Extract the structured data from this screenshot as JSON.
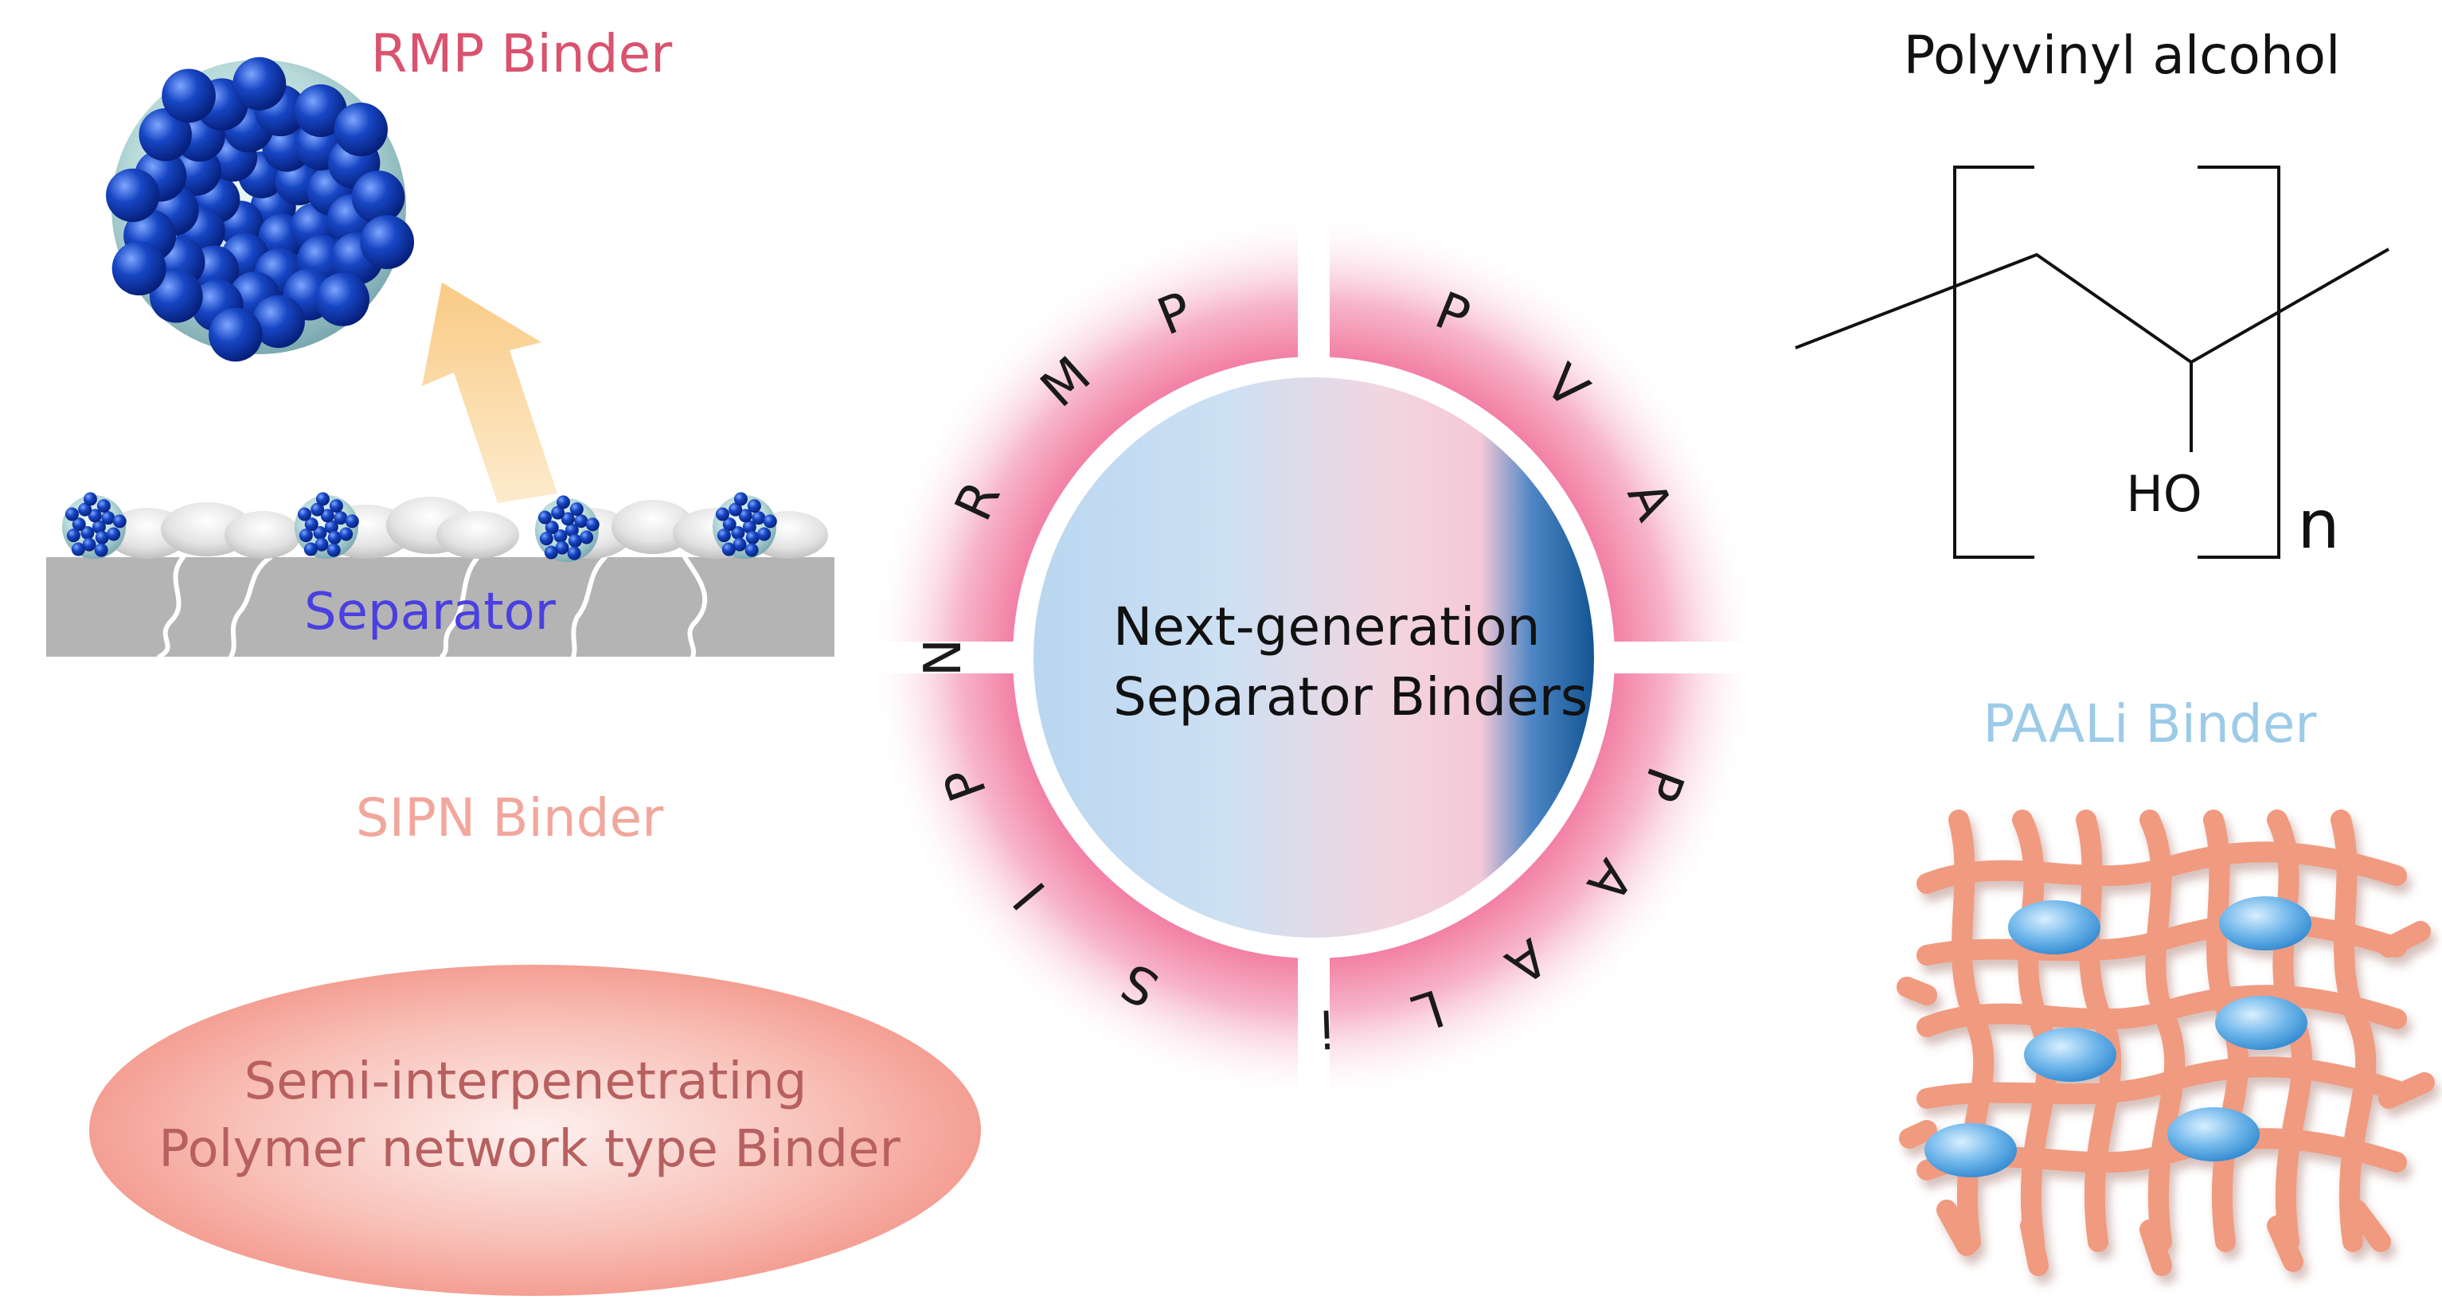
{
  "colors": {
    "rmp_title": "#d9536f",
    "sipn_title": "#f1a79c",
    "paali_title": "#9ccbe8",
    "pva_title": "#111111",
    "separator_label": "#4a3fe0",
    "ring_pink": "#ef5f8d",
    "bead_blue": "#1746c4",
    "mesh_orange": "#f09a80",
    "cell_blue": "#6fb6ea"
  },
  "rmp": {
    "title": "RMP Binder",
    "separator_label": "Separator"
  },
  "sipn": {
    "title": "SIPN Binder",
    "description_line1": "Semi-interpenetrating",
    "description_line2": "Polymer network type Binder"
  },
  "pva": {
    "title": "Polyvinyl alcohol",
    "hydroxyl": "HO",
    "repeat": "n"
  },
  "paali": {
    "title": "PAALi Binder"
  },
  "center": {
    "line1": "Next-generation",
    "line2": "Separator Binders",
    "ring_letters": {
      "rmp": [
        "R",
        "M",
        "P"
      ],
      "pva": [
        "P",
        "V",
        "A"
      ],
      "paali": [
        "P",
        "A",
        "A",
        "L",
        "i"
      ],
      "sipn": [
        "S",
        "I",
        "P",
        "N"
      ]
    }
  }
}
